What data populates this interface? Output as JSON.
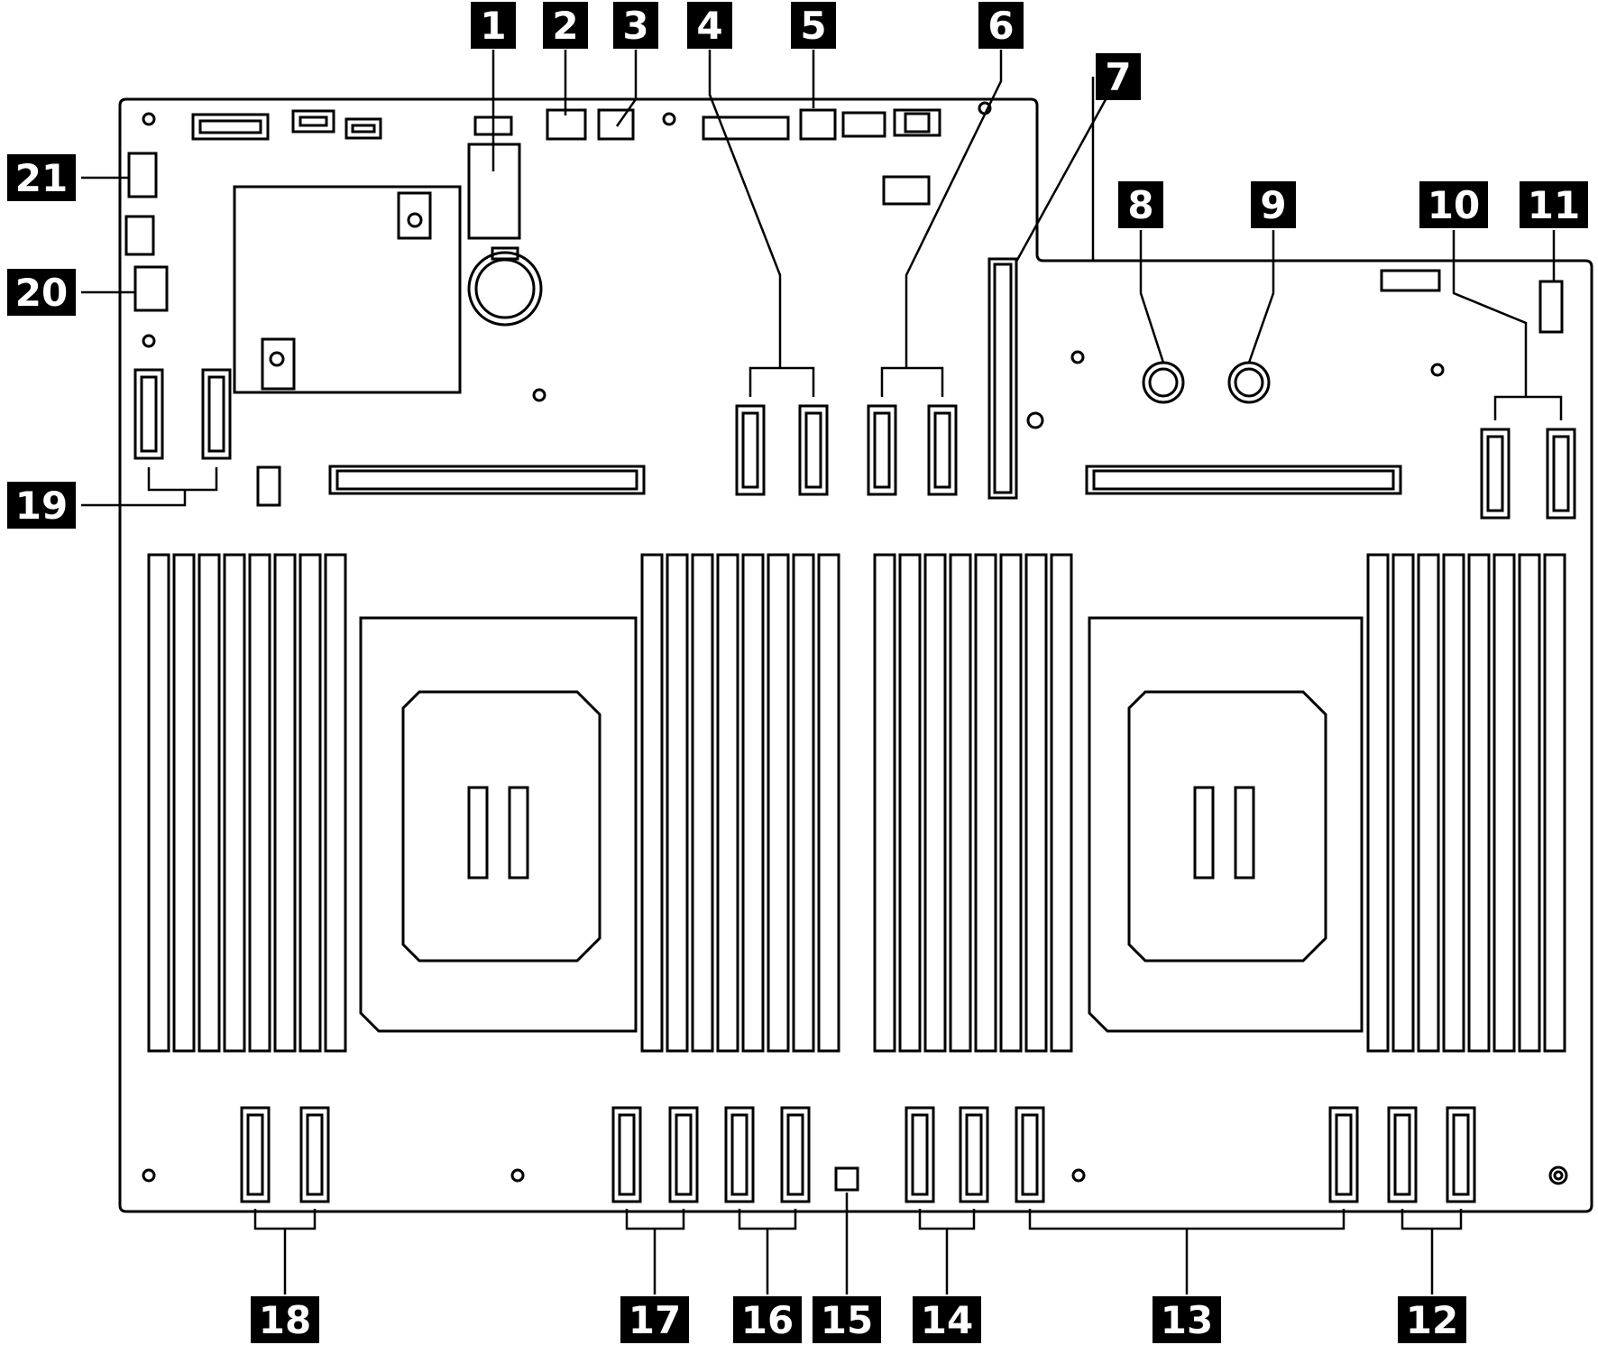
{
  "callouts": [
    {
      "id": "1",
      "text": "1"
    },
    {
      "id": "2",
      "text": "2"
    },
    {
      "id": "3",
      "text": "3"
    },
    {
      "id": "4",
      "text": "4"
    },
    {
      "id": "5",
      "text": "5"
    },
    {
      "id": "6",
      "text": "6"
    },
    {
      "id": "7",
      "text": "7"
    },
    {
      "id": "8",
      "text": "8"
    },
    {
      "id": "9",
      "text": "9"
    },
    {
      "id": "10",
      "text": "10"
    },
    {
      "id": "11",
      "text": "11"
    },
    {
      "id": "12",
      "text": "12"
    },
    {
      "id": "13",
      "text": "13"
    },
    {
      "id": "14",
      "text": "14"
    },
    {
      "id": "15",
      "text": "15"
    },
    {
      "id": "16",
      "text": "16"
    },
    {
      "id": "17",
      "text": "17"
    },
    {
      "id": "18",
      "text": "18"
    },
    {
      "id": "19",
      "text": "19"
    },
    {
      "id": "20",
      "text": "20"
    },
    {
      "id": "21",
      "text": "21"
    }
  ],
  "colors": {
    "line": "#000000",
    "background": "#ffffff",
    "callout_bg": "#000000",
    "callout_text": "#ffffff"
  }
}
